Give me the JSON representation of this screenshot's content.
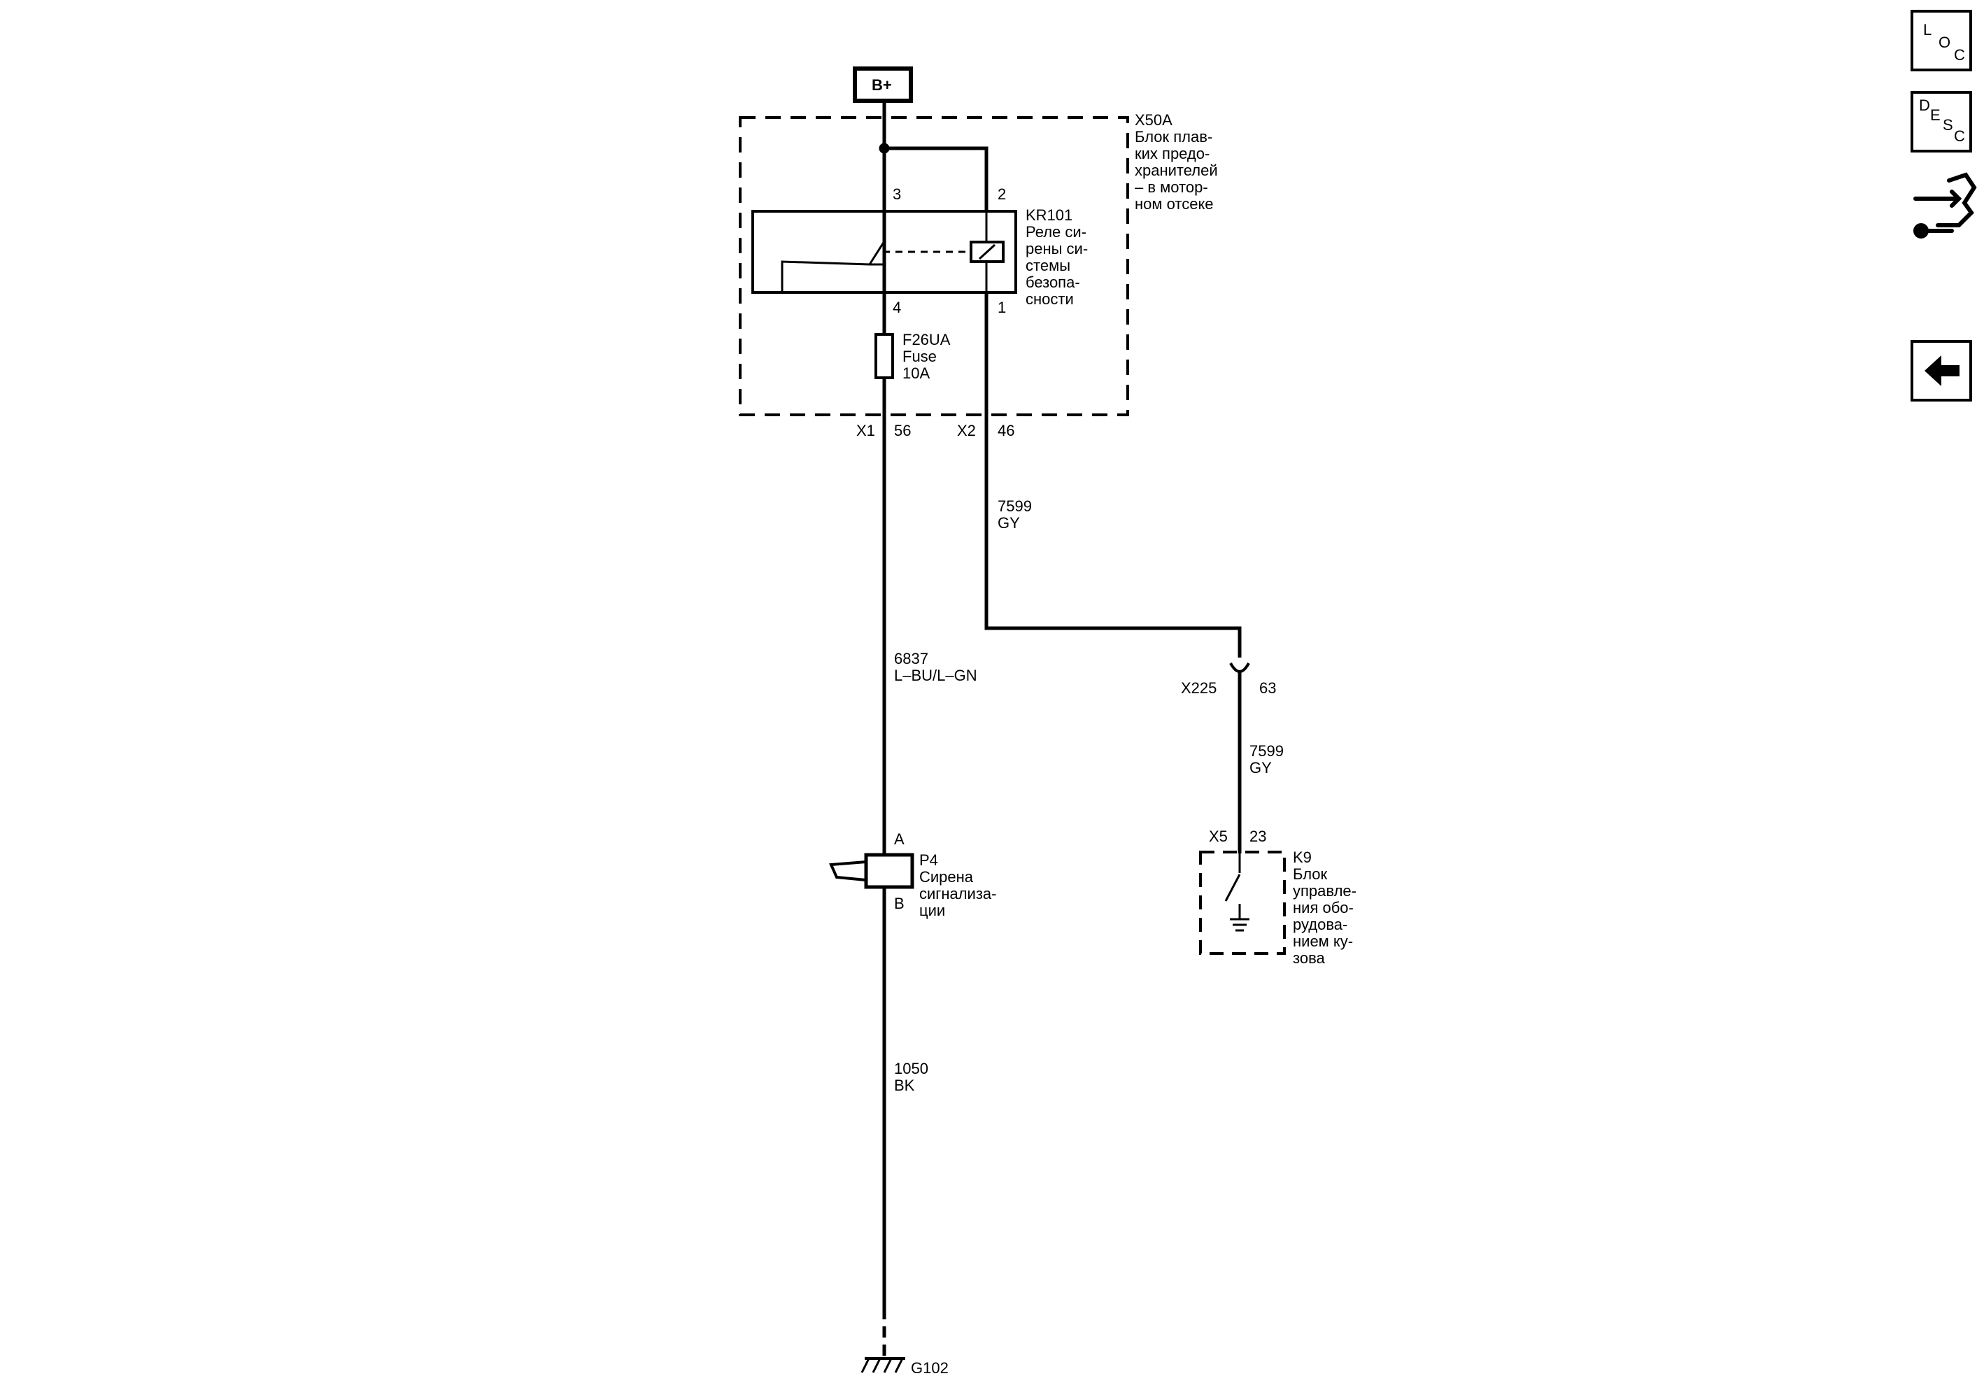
{
  "supply": {
    "label": "B+"
  },
  "fuse_block": {
    "id": "X50A",
    "name_lines": [
      "Блок плав-",
      "ких предо-",
      "хранителей",
      "– в мотор-",
      "ном отсеке"
    ]
  },
  "relay": {
    "id": "KR101",
    "name_lines": [
      "Реле си-",
      "рены си-",
      "стемы",
      "безопа-",
      "сности"
    ],
    "pins": {
      "p3": "3",
      "p2": "2",
      "p4": "4",
      "p1": "1"
    }
  },
  "fuse": {
    "lines": [
      "F26UA",
      "Fuse",
      "10A"
    ]
  },
  "connectors": {
    "x1": {
      "id": "X1",
      "pin": "56"
    },
    "x2": {
      "id": "X2",
      "pin": "46"
    },
    "x225": {
      "id": "X225",
      "pin": "63"
    },
    "x5": {
      "id": "X5",
      "pin": "23"
    }
  },
  "wires": {
    "w7599_top": {
      "circuit": "7599",
      "color": "GY"
    },
    "w6837": {
      "circuit": "6837",
      "color": "L–BU/L–GN"
    },
    "w7599_bottom": {
      "circuit": "7599",
      "color": "GY"
    },
    "w1050": {
      "circuit": "1050",
      "color": "BK"
    }
  },
  "siren": {
    "id": "P4",
    "pin_a": "A",
    "pin_b": "B",
    "name_lines": [
      "Сирена",
      "сигнализа-",
      "ции"
    ]
  },
  "bcm": {
    "id": "K9",
    "name_lines": [
      "Блок",
      "управле-",
      "ния обо-",
      "рудова-",
      "нием ку-",
      "зова"
    ]
  },
  "ground": {
    "label": "G102"
  },
  "nav": {
    "loc": [
      "L",
      "O",
      "C"
    ],
    "desc": [
      "D",
      "E",
      "S",
      "C"
    ],
    "icons": [
      "connector-tool-icon",
      "back-arrow-icon"
    ]
  }
}
